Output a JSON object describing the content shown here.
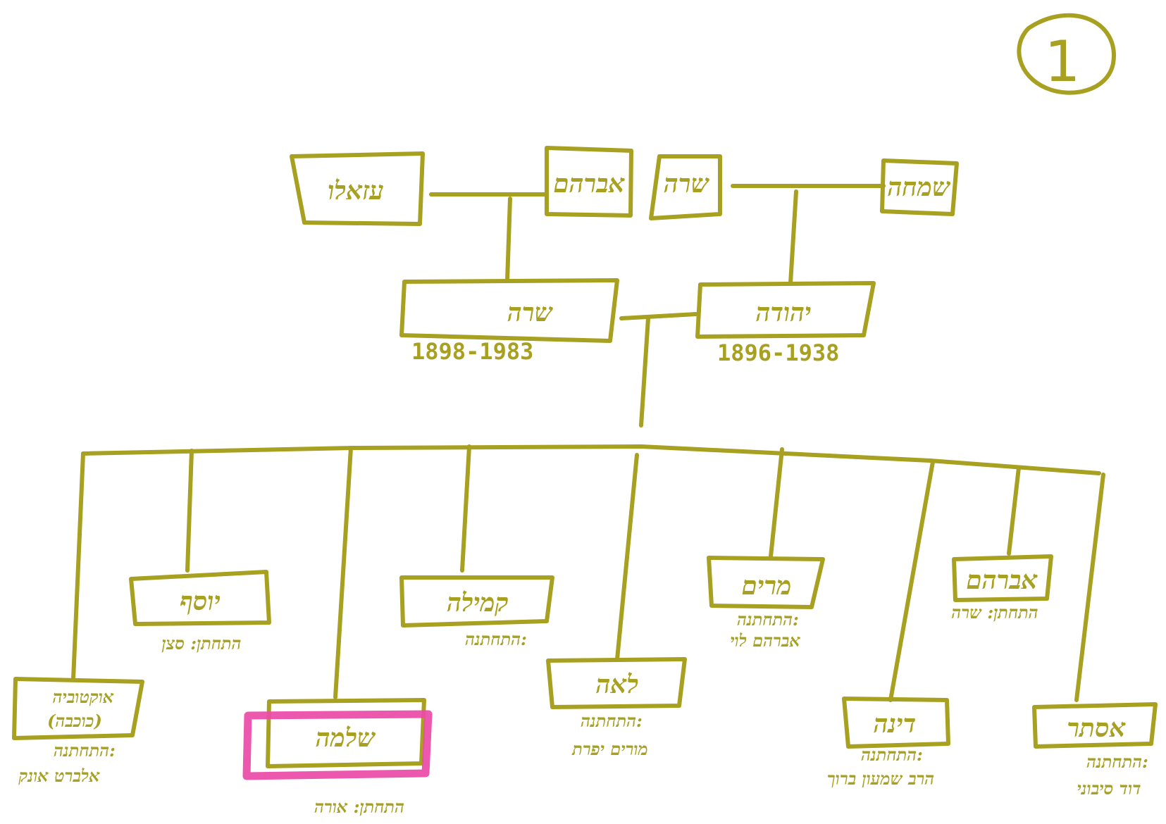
{
  "page": {
    "number": "1",
    "ink_color": "#a8a020",
    "highlight_color": "#ec4aa8"
  },
  "great_grandparents": {
    "left_couple": {
      "husband": "אברהם",
      "wife": "עזאלו"
    },
    "right_couple": {
      "husband": "שמחה",
      "wife": "שרה"
    }
  },
  "grandparents": {
    "wife": {
      "name": "שרה",
      "dates": "1898-1983"
    },
    "husband": {
      "name": "יהודה",
      "dates": "1896-1938"
    }
  },
  "children": {
    "yosef": {
      "name": "יוסף",
      "spouse_label": "התחתן: סצן"
    },
    "kamila": {
      "name": "קמילה",
      "spouse_label": "התחתנה:"
    },
    "miriam": {
      "name": "מרים",
      "spouse_label": "התחתנה:",
      "spouse_name": "אברהם לוי"
    },
    "avraham": {
      "name": "אברהם",
      "spouse_label": "התחתן: שרה"
    },
    "octavia": {
      "name": "אוקטוביה",
      "nickname": "(כוכבה)",
      "spouse_label": "התחתנה:",
      "spouse_name": "אלברט אונק"
    },
    "shlomo": {
      "name": "שלמה",
      "spouse_label": "התחתן: אורה",
      "highlighted": true
    },
    "leah": {
      "name": "לאה",
      "spouse_label": "התחתנה:",
      "spouse_name": "מורים יפרת"
    },
    "dina": {
      "name": "דינה",
      "spouse_label": "התחתנה:",
      "spouse_name": "הרב שמעון ברוך"
    },
    "ester": {
      "name": "אסתר",
      "spouse_label": "התחתנה:",
      "spouse_name": "דוד סיבוני"
    }
  }
}
